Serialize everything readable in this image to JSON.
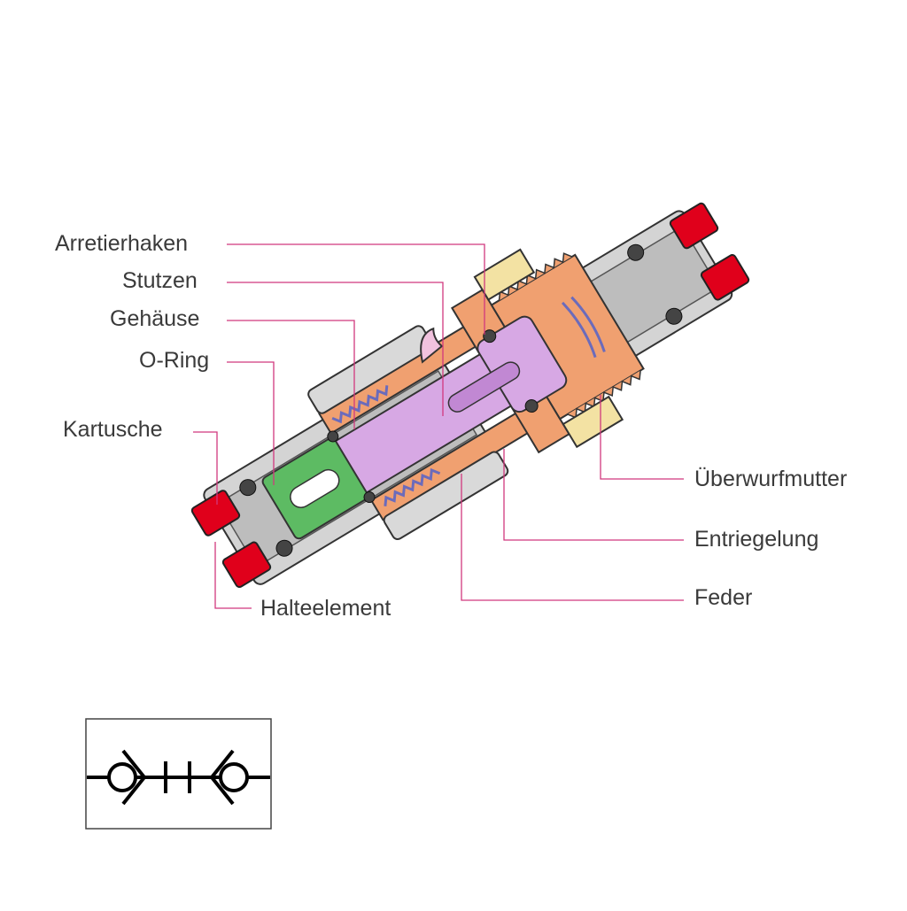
{
  "labels": {
    "arretierhaken": "Arretierhaken",
    "stutzen": "Stutzen",
    "gehaeuse": "Gehäuse",
    "o_ring": "O-Ring",
    "kartusche": "Kartusche",
    "halteelement": "Halteelement",
    "ueberwurfmutter": "Überwurfmutter",
    "entriegelung": "Entriegelung",
    "feder": "Feder"
  },
  "colors": {
    "leader_line": "#d1387e",
    "housing": "#d4d4d4",
    "housing_dark": "#a8a8a8",
    "stutzen": "#f0a070",
    "cartridge": "#5dbb63",
    "valve_body": "#d7a8e4",
    "retainer": "#e0001b",
    "union_nut": "#f3e2a3",
    "spring": "#8c8ccf",
    "symbol_stroke": "#000000"
  },
  "symbol": {
    "name": "double-check-valve-coupling-symbol"
  }
}
